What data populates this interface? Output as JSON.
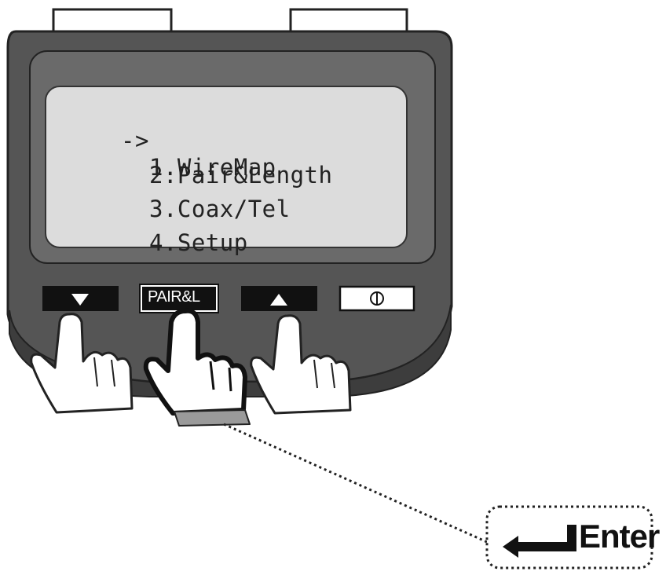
{
  "device": {
    "screen_menu": {
      "selection_marker": "->",
      "items": [
        {
          "label": "1.WireMap"
        },
        {
          "label": "2.Pair&Length"
        },
        {
          "label": "3.Coax/Tel"
        },
        {
          "label": "4.Setup"
        }
      ]
    },
    "buttons": {
      "down": {
        "glyph": "▼",
        "icon": "down-triangle-icon"
      },
      "pair_length": {
        "label": "PAIR&L"
      },
      "up": {
        "glyph": "▲",
        "icon": "up-triangle-icon"
      },
      "power": {
        "glyph": "⏻",
        "icon": "power-icon"
      }
    }
  },
  "callout": {
    "label": "Enter",
    "icon": "enter-arrow-icon"
  },
  "colors": {
    "body": "#555555",
    "screen": "#dcdcdc",
    "outline": "#222222"
  }
}
